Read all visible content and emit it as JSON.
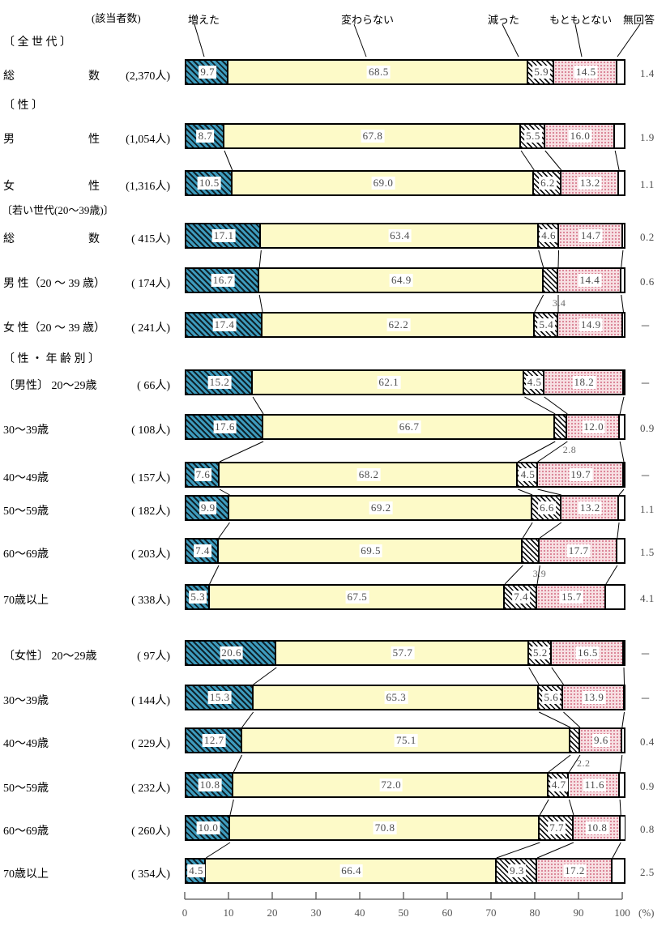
{
  "axis": {
    "ticks": [
      "0",
      "10",
      "20",
      "30",
      "40",
      "50",
      "60",
      "70",
      "80",
      "90",
      "100"
    ],
    "unit": "(%)",
    "min": 0,
    "max": 100
  },
  "legend": {
    "items": [
      {
        "key": "increased",
        "label": "増えた"
      },
      {
        "key": "unchanged",
        "label": "変わらない"
      },
      {
        "key": "decreased",
        "label": "減った"
      },
      {
        "key": "none",
        "label": "もともとない"
      },
      {
        "key": "no_answer",
        "label": "無回答"
      }
    ]
  },
  "count_header": "(該当者数)",
  "groups": [
    {
      "heading": "〔  全  世  代  〕"
    },
    {
      "heading": "〔      性      〕"
    },
    {
      "heading": "〔若い世代(20～39歳)〕"
    },
    {
      "heading": "〔 性 ・ 年 齢 別 〕"
    }
  ],
  "rows": [
    {
      "name": "総",
      "name2": "数",
      "count": "(2,370人)",
      "values": [
        9.7,
        68.5,
        5.9,
        14.5,
        1.4
      ],
      "labels": [
        "9.7",
        "68.5",
        "5.9",
        "14.5",
        "1.4"
      ],
      "gap": null
    },
    {
      "name": "男",
      "name2": "性",
      "count": "(1,054人)",
      "values": [
        8.7,
        67.8,
        5.5,
        16.0,
        1.9
      ],
      "labels": [
        "8.7",
        "67.8",
        "5.5",
        "16.0",
        "1.9"
      ],
      "gap": null
    },
    {
      "name": "女",
      "name2": "性",
      "count": "(1,316人)",
      "values": [
        10.5,
        69.0,
        6.2,
        13.2,
        1.1
      ],
      "labels": [
        "10.5",
        "69.0",
        "6.2",
        "13.2",
        "1.1"
      ],
      "gap": null
    },
    {
      "name": "総",
      "name2": "数",
      "count": "(  415人)",
      "values": [
        17.1,
        63.4,
        4.6,
        14.7,
        0.2
      ],
      "labels": [
        "17.1",
        "63.4",
        "4.6",
        "14.7",
        "0.2"
      ],
      "gap": null
    },
    {
      "name": "男 性（20 ～ 39 歳）",
      "name2": "",
      "count": "(  174人)",
      "values": [
        16.7,
        64.9,
        3.4,
        14.4,
        0.6
      ],
      "labels": [
        "16.7",
        "64.9",
        "",
        "14.4",
        "0.6"
      ],
      "gap": "3.4"
    },
    {
      "name": "女 性（20 ～ 39 歳）",
      "name2": "",
      "count": "(  241人)",
      "values": [
        17.4,
        62.2,
        5.4,
        14.9,
        0.0
      ],
      "labels": [
        "17.4",
        "62.2",
        "5.4",
        "14.9",
        "－"
      ],
      "gap": null
    },
    {
      "name": "〔男性〕     20～29歳",
      "name2": "",
      "count": "(   66人)",
      "values": [
        15.2,
        62.1,
        4.5,
        18.2,
        0.0
      ],
      "labels": [
        "15.2",
        "62.1",
        "4.5",
        "18.2",
        "－"
      ],
      "gap": null
    },
    {
      "name": "30～39歳",
      "name2": "",
      "count": "(  108人)",
      "values": [
        17.6,
        66.7,
        2.8,
        12.0,
        0.9
      ],
      "labels": [
        "17.6",
        "66.7",
        "",
        "12.0",
        "0.9"
      ],
      "gap": "2.8"
    },
    {
      "name": "40～49歳",
      "name2": "",
      "count": "(  157人)",
      "values": [
        7.6,
        68.2,
        4.5,
        19.7,
        0.0
      ],
      "labels": [
        "7.6",
        "68.2",
        "4.5",
        "19.7",
        "－"
      ],
      "gap": null
    },
    {
      "name": "50～59歳",
      "name2": "",
      "count": "(  182人)",
      "values": [
        9.9,
        69.2,
        6.6,
        13.2,
        1.1
      ],
      "labels": [
        "9.9",
        "69.2",
        "6.6",
        "13.2",
        "1.1"
      ],
      "gap": null
    },
    {
      "name": "60～69歳",
      "name2": "",
      "count": "(  203人)",
      "values": [
        7.4,
        69.5,
        3.9,
        17.7,
        1.5
      ],
      "labels": [
        "7.4",
        "69.5",
        "",
        "17.7",
        "1.5"
      ],
      "gap": "3.9"
    },
    {
      "name": "70歳以上",
      "name2": "",
      "count": "(  338人)",
      "values": [
        5.3,
        67.5,
        7.4,
        15.7,
        4.1
      ],
      "labels": [
        "5.3",
        "67.5",
        "7.4",
        "15.7",
        "4.1"
      ],
      "gap": null
    },
    {
      "name": "〔女性〕     20～29歳",
      "name2": "",
      "count": "(   97人)",
      "values": [
        20.6,
        57.7,
        5.2,
        16.5,
        0.0
      ],
      "labels": [
        "20.6",
        "57.7",
        "5.2",
        "16.5",
        "－"
      ],
      "gap": null
    },
    {
      "name": "30～39歳",
      "name2": "",
      "count": "(  144人)",
      "values": [
        15.3,
        65.3,
        5.6,
        13.9,
        0.0
      ],
      "labels": [
        "15.3",
        "65.3",
        "5.6",
        "13.9",
        "－"
      ],
      "gap": null
    },
    {
      "name": "40～49歳",
      "name2": "",
      "count": "(  229人)",
      "values": [
        12.7,
        75.1,
        2.2,
        9.6,
        0.4
      ],
      "labels": [
        "12.7",
        "75.1",
        "",
        "9.6",
        "0.4"
      ],
      "gap": "2.2"
    },
    {
      "name": "50～59歳",
      "name2": "",
      "count": "(  232人)",
      "values": [
        10.8,
        72.0,
        4.7,
        11.6,
        0.9
      ],
      "labels": [
        "10.8",
        "72.0",
        "4.7",
        "11.6",
        "0.9"
      ],
      "gap": null
    },
    {
      "name": "60～69歳",
      "name2": "",
      "count": "(  260人)",
      "values": [
        10.0,
        70.8,
        7.7,
        10.8,
        0.8
      ],
      "labels": [
        "10.0",
        "70.8",
        "7.7",
        "10.8",
        "0.8"
      ],
      "gap": null
    },
    {
      "name": "70歳以上",
      "name2": "",
      "count": "(  354人)",
      "values": [
        4.5,
        66.4,
        9.3,
        17.2,
        2.5
      ],
      "labels": [
        "4.5",
        "66.4",
        "9.3",
        "17.2",
        "2.5"
      ],
      "gap": null
    }
  ],
  "chart_data": {
    "type": "bar",
    "orientation": "horizontal",
    "stacked": true,
    "title": "",
    "xlabel": "(%)",
    "ylabel": "",
    "xlim": [
      0,
      100
    ],
    "grid": false,
    "legend_position": "top",
    "categories": [
      "総数 (2,370人)",
      "男性 (1,054人)",
      "女性 (1,316人)",
      "総数 (415人)",
      "男性（20～39歳）(174人)",
      "女性（20～39歳）(241人)",
      "〔男性〕20～29歳 (66人)",
      "〔男性〕30～39歳 (108人)",
      "〔男性〕40～49歳 (157人)",
      "〔男性〕50～59歳 (182人)",
      "〔男性〕60～69歳 (203人)",
      "〔男性〕70歳以上 (338人)",
      "〔女性〕20～29歳 (97人)",
      "〔女性〕30～39歳 (144人)",
      "〔女性〕40～49歳 (229人)",
      "〔女性〕50～59歳 (232人)",
      "〔女性〕60～69歳 (260人)",
      "〔女性〕70歳以上 (354人)"
    ],
    "series": [
      {
        "name": "増えた",
        "color": "#3e9cbe",
        "values": [
          9.7,
          8.7,
          10.5,
          17.1,
          16.7,
          17.4,
          15.2,
          17.6,
          7.6,
          9.9,
          7.4,
          5.3,
          20.6,
          15.3,
          12.7,
          10.8,
          10.0,
          4.5
        ]
      },
      {
        "name": "変わらない",
        "color": "#fdfac8",
        "values": [
          68.5,
          67.8,
          69.0,
          63.4,
          64.9,
          62.2,
          62.1,
          66.7,
          68.2,
          69.2,
          69.5,
          67.5,
          57.7,
          65.3,
          75.1,
          72.0,
          70.8,
          66.4
        ]
      },
      {
        "name": "減った",
        "color": "#ffffff",
        "values": [
          5.9,
          5.5,
          6.2,
          4.6,
          3.4,
          5.4,
          4.5,
          2.8,
          4.5,
          6.6,
          3.9,
          7.4,
          5.2,
          5.6,
          2.2,
          4.7,
          7.7,
          9.3
        ]
      },
      {
        "name": "もともとない",
        "color": "#f7dfe2",
        "values": [
          14.5,
          16.0,
          13.2,
          14.7,
          14.4,
          14.9,
          18.2,
          12.0,
          19.7,
          13.2,
          17.7,
          15.7,
          16.5,
          13.9,
          9.6,
          11.6,
          10.8,
          17.2
        ]
      },
      {
        "name": "無回答",
        "color": "#ffffff",
        "values": [
          1.4,
          1.9,
          1.1,
          0.2,
          0.6,
          0.0,
          0.0,
          0.9,
          0.0,
          1.1,
          1.5,
          4.1,
          0.0,
          0.0,
          0.4,
          0.9,
          0.8,
          2.5
        ]
      }
    ]
  }
}
